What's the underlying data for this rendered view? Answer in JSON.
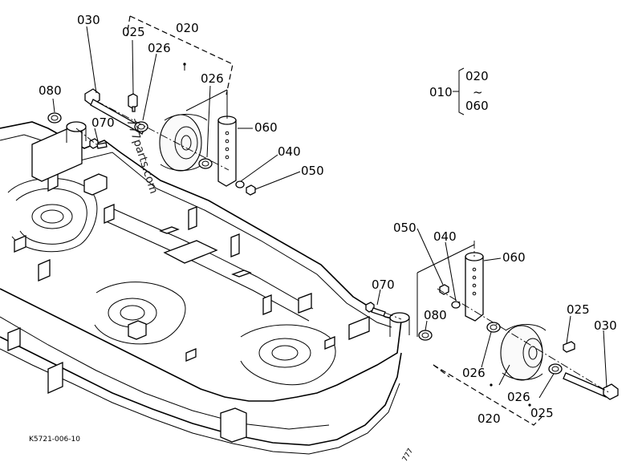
{
  "diagram": {
    "drawing_code": "K5721-006-10",
    "watermark": "777parts.com",
    "bottom_mark": "777",
    "assembly_note": {
      "ref": "010",
      "range_start": "020",
      "tilde": "~",
      "range_end": "060"
    },
    "callouts_left": {
      "c030": "030",
      "c025": "025",
      "c020": "020",
      "c026a": "026",
      "c026b": "026",
      "c080": "080",
      "c070": "070",
      "c060": "060",
      "c040": "040",
      "c050": "050"
    },
    "callouts_right": {
      "c050": "050",
      "c040": "040",
      "c060": "060",
      "c070": "070",
      "c080": "080",
      "c025a": "025",
      "c030": "030",
      "c026a": "026",
      "c026b": "026",
      "c025b": "025",
      "c020": "020"
    }
  }
}
